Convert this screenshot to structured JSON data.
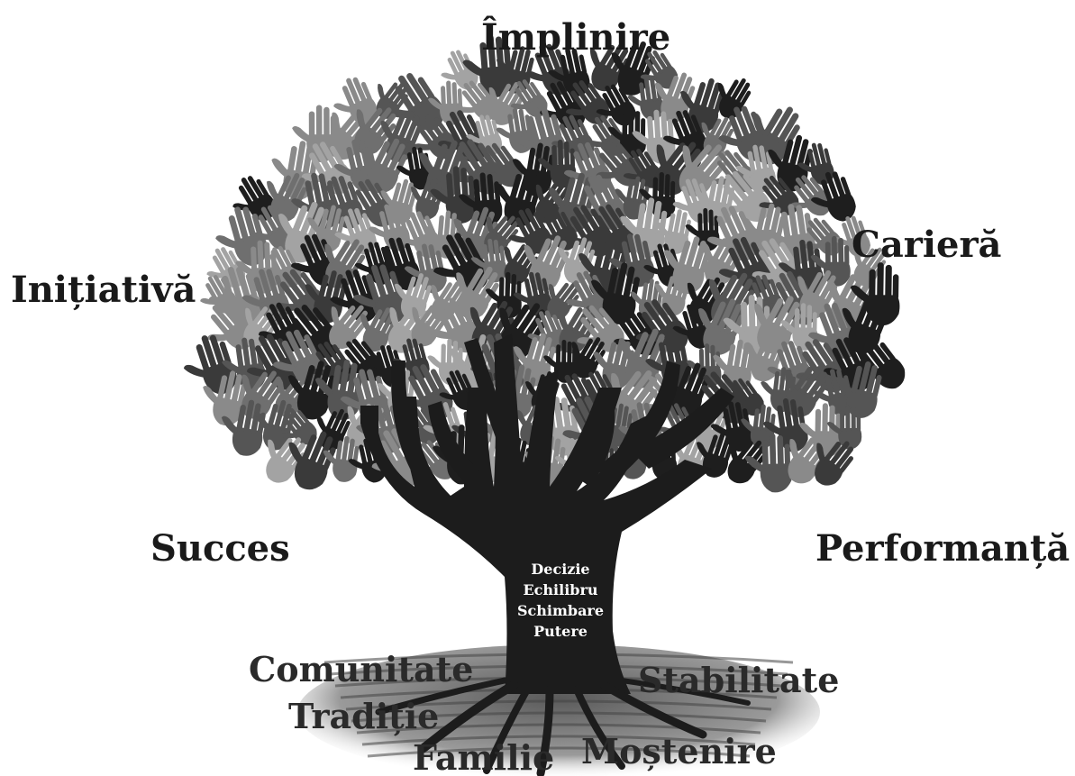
{
  "labels": {
    "top": "Împlinire",
    "right_upper": "Carieră",
    "left_upper": "Inițiativă",
    "left_lower": "Succes",
    "right_lower": "Performanță"
  },
  "trunk_words": [
    "Decizie",
    "Echilibru",
    "Schimbare",
    "Putere"
  ],
  "root_labels": {
    "left_1": "Comunitate",
    "left_2": "Tradiție",
    "bottom_left": "Familie",
    "bottom_right": "Moștenire",
    "right": "Stabilitate"
  },
  "colors": {
    "trunk": "#1c1c1c",
    "hands": [
      "#1e1e1e",
      "#3a3a3a",
      "#555555",
      "#6f6f6f",
      "#8a8a8a",
      "#a3a3a3"
    ],
    "ground": "#7a7a7a"
  },
  "icons": [
    "hand-icon"
  ]
}
